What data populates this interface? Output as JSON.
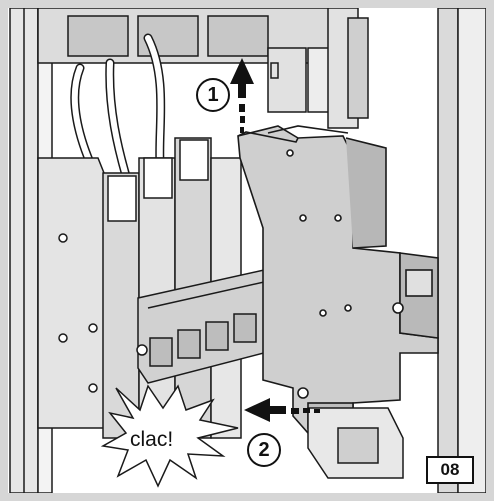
{
  "figure": {
    "number": "08",
    "steps": [
      {
        "label": "1"
      },
      {
        "label": "2"
      }
    ],
    "sound_effect": "clac!"
  },
  "colors": {
    "background": "#d6d6d6",
    "device_fill": "#cfcfcf",
    "device_shadow": "#a9a9a9",
    "line": "#1a1a1a",
    "arrow": "#111111"
  }
}
